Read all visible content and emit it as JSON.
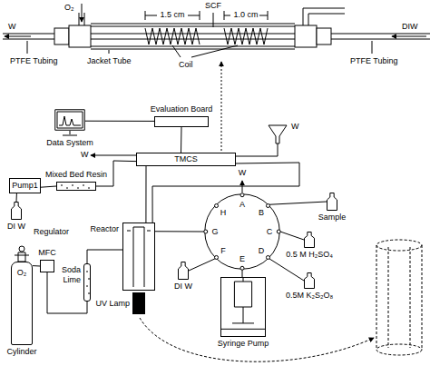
{
  "diagram": {
    "nodes": [
      {
        "text": [
          "Data System"
        ]
      },
      {
        "text": [
          "Evaluation Board"
        ]
      },
      {
        "text": [
          "TMCS"
        ]
      },
      {
        "text": [
          "Pump1"
        ]
      },
      {
        "text": [
          "Mixed Bed Resin"
        ]
      },
      {
        "text": [
          "DI W"
        ]
      },
      {
        "text": [
          "Reactor"
        ]
      },
      {
        "text": [
          "A",
          "B",
          "C",
          "D",
          "E",
          "F",
          "G",
          "H"
        ]
      },
      {
        "text": [
          "Sample"
        ]
      },
      {
        "text": [
          "0.5 M H₂SO₄"
        ]
      },
      {
        "text": [
          "O₂",
          "Cylinder"
        ]
      },
      {
        "text": [
          "MFC"
        ]
      },
      {
        "text": [
          "Soda Lime"
        ]
      },
      {
        "text": [
          "UV Lamp"
        ]
      },
      {
        "text": [
          "DI W"
        ]
      },
      {
        "text": [
          "0.5M K₂S₂O₈"
        ]
      },
      {
        "text": [
          "Syringe Pump"
        ]
      }
    ],
    "edges": [
      {
        "from": 0,
        "to": 1,
        "arrow": "none"
      },
      {
        "from": 1,
        "to": 2,
        "arrow": "none"
      },
      {
        "from": 5,
        "to": 3,
        "arrow": "none"
      },
      {
        "from": 3,
        "to": 4,
        "arrow": "none"
      },
      {
        "from": 4,
        "to": 2,
        "arrow": "none"
      },
      {
        "from": 6,
        "to": 2,
        "arrow": "none"
      },
      {
        "from": 2,
        "to": 6,
        "arrow": "none"
      },
      {
        "from": 10,
        "to": 11,
        "arrow": "none"
      },
      {
        "from": 11,
        "to": 12,
        "arrow": "none"
      },
      {
        "from": 12,
        "to": 6,
        "arrow": "none"
      },
      {
        "from": 6,
        "to": 7,
        "arrow": "none"
      },
      {
        "from": 7,
        "to": 8,
        "arrow": "none"
      },
      {
        "from": 7,
        "to": 9,
        "arrow": "none"
      },
      {
        "from": 7,
        "to": 15,
        "arrow": "none"
      },
      {
        "from": 7,
        "to": 16,
        "arrow": "none"
      },
      {
        "from": 7,
        "to": 14,
        "arrow": "none"
      }
    ],
    "labels": [
      "O₂",
      "SCF",
      "1.5 cm",
      "1.0 cm",
      "W",
      "DIW",
      "PTFE Tubing",
      "Jacket Tube",
      "Coil",
      "PTFE Tubing",
      "W",
      "W",
      "Regulator",
      "W"
    ]
  }
}
